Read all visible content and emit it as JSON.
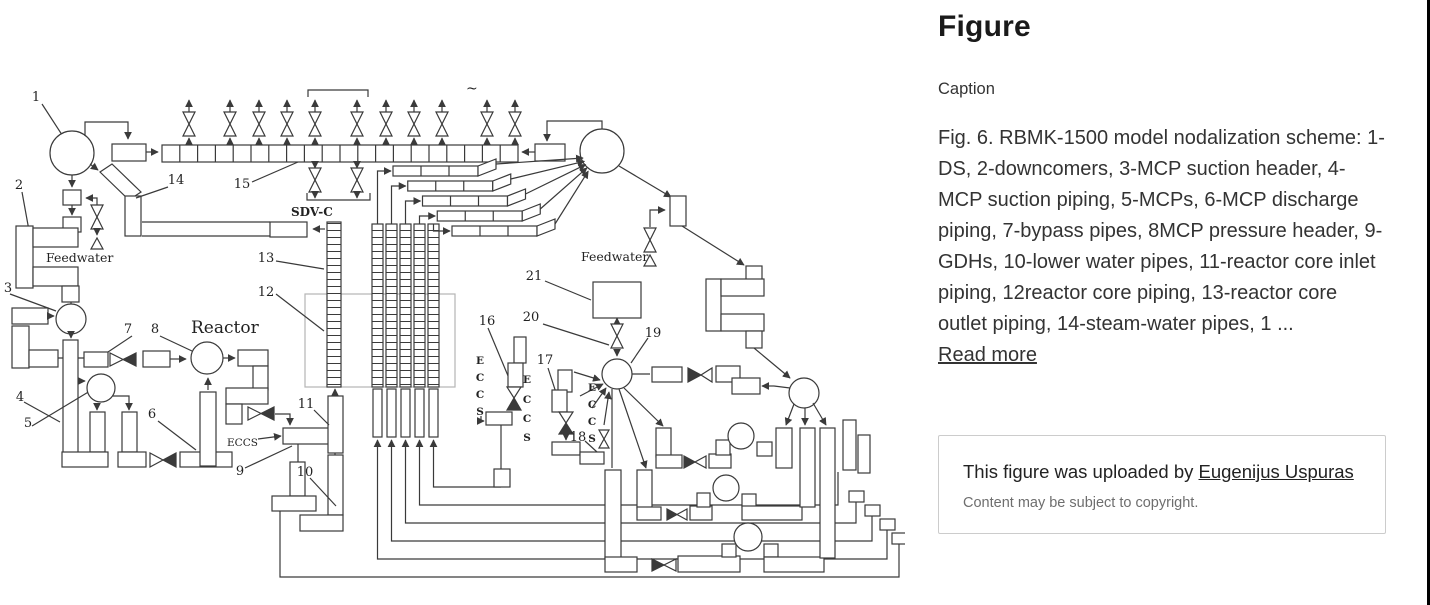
{
  "panel": {
    "title": "Figure",
    "caption_label": "Caption",
    "caption_text": "Fig. 6. RBMK-1500 model nodalization scheme: 1-DS, 2-downcomers, 3-MCP suction header, 4-MCP suction piping, 5-MCPs, 6-MCP discharge piping, 7-bypass pipes, 8MCP pressure header, 9-GDHs, 10-lower water pipes, 11-reactor core inlet piping, 12reactor core piping, 13-reactor core outlet piping, 14-steam-water pipes, 1 ...",
    "read_more": "Read more",
    "upload_note_prefix": "This figure was uploaded by",
    "uploader": "Eugenijus Uspuras",
    "copyright": "Content may be subject to copyright."
  },
  "diagram": {
    "numbers": [
      "1",
      "2",
      "3",
      "4",
      "5",
      "6",
      "7",
      "8",
      "9",
      "10",
      "11",
      "12",
      "13",
      "14",
      "15",
      "16",
      "17",
      "18",
      "19",
      "20",
      "21"
    ],
    "texts": {
      "feedwater_left": "Feedwater",
      "feedwater_right": "Feedwater",
      "reactor": "Reactor",
      "sdv_c": "SDV-C",
      "eccs": "ECCS",
      "eccs_letters": [
        "E",
        "C",
        "C",
        "S"
      ],
      "tilde": "~"
    }
  }
}
